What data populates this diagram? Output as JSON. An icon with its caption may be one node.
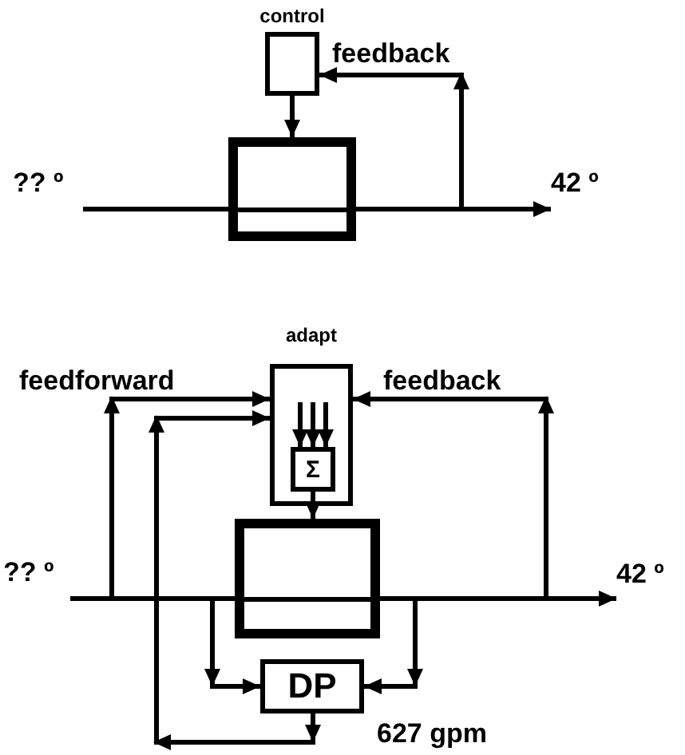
{
  "diagram": {
    "nodes": [
      {
        "text": [
          "control"
        ]
      },
      {
        "text": [],
        "shape": "box"
      },
      {
        "text": [
          "?? º"
        ]
      },
      {
        "text": [
          "42 º"
        ]
      },
      {
        "text": [
          "adapt"
        ]
      },
      {
        "text": [
          "Σ"
        ],
        "in": 4
      },
      {
        "text": [],
        "shape": "box"
      },
      {
        "text": [
          "?? º"
        ]
      },
      {
        "text": [
          "42 º"
        ]
      },
      {
        "text": [
          "DP"
        ],
        "beside": [
          "627 gpm"
        ]
      }
    ],
    "edges": [
      {
        "from": 2,
        "to": 1,
        "arrow": "none"
      },
      {
        "from": 1,
        "to": 3,
        "arrow": "to"
      },
      {
        "from": null,
        "to": 0,
        "arrow": "to",
        "label": "feedback"
      },
      {
        "from": 0,
        "to": 1,
        "arrow": "to"
      },
      {
        "from": 7,
        "to": 6,
        "arrow": "none"
      },
      {
        "from": 6,
        "to": 8,
        "arrow": "to"
      },
      {
        "from": null,
        "to": 4,
        "arrow": "to",
        "label": "feedforward"
      },
      {
        "from": null,
        "to": 4,
        "arrow": "to",
        "label": "feedback"
      },
      {
        "from": null,
        "to": 5,
        "arrow": "to"
      },
      {
        "from": null,
        "to": 5,
        "arrow": "to"
      },
      {
        "from": null,
        "to": 5,
        "arrow": "to"
      },
      {
        "from": 5,
        "to": 6,
        "arrow": "to"
      },
      {
        "from": null,
        "to": 9,
        "arrow": "to"
      },
      {
        "from": null,
        "to": 9,
        "arrow": "to"
      },
      {
        "from": 9,
        "to": 4,
        "arrow": "to"
      }
    ]
  }
}
